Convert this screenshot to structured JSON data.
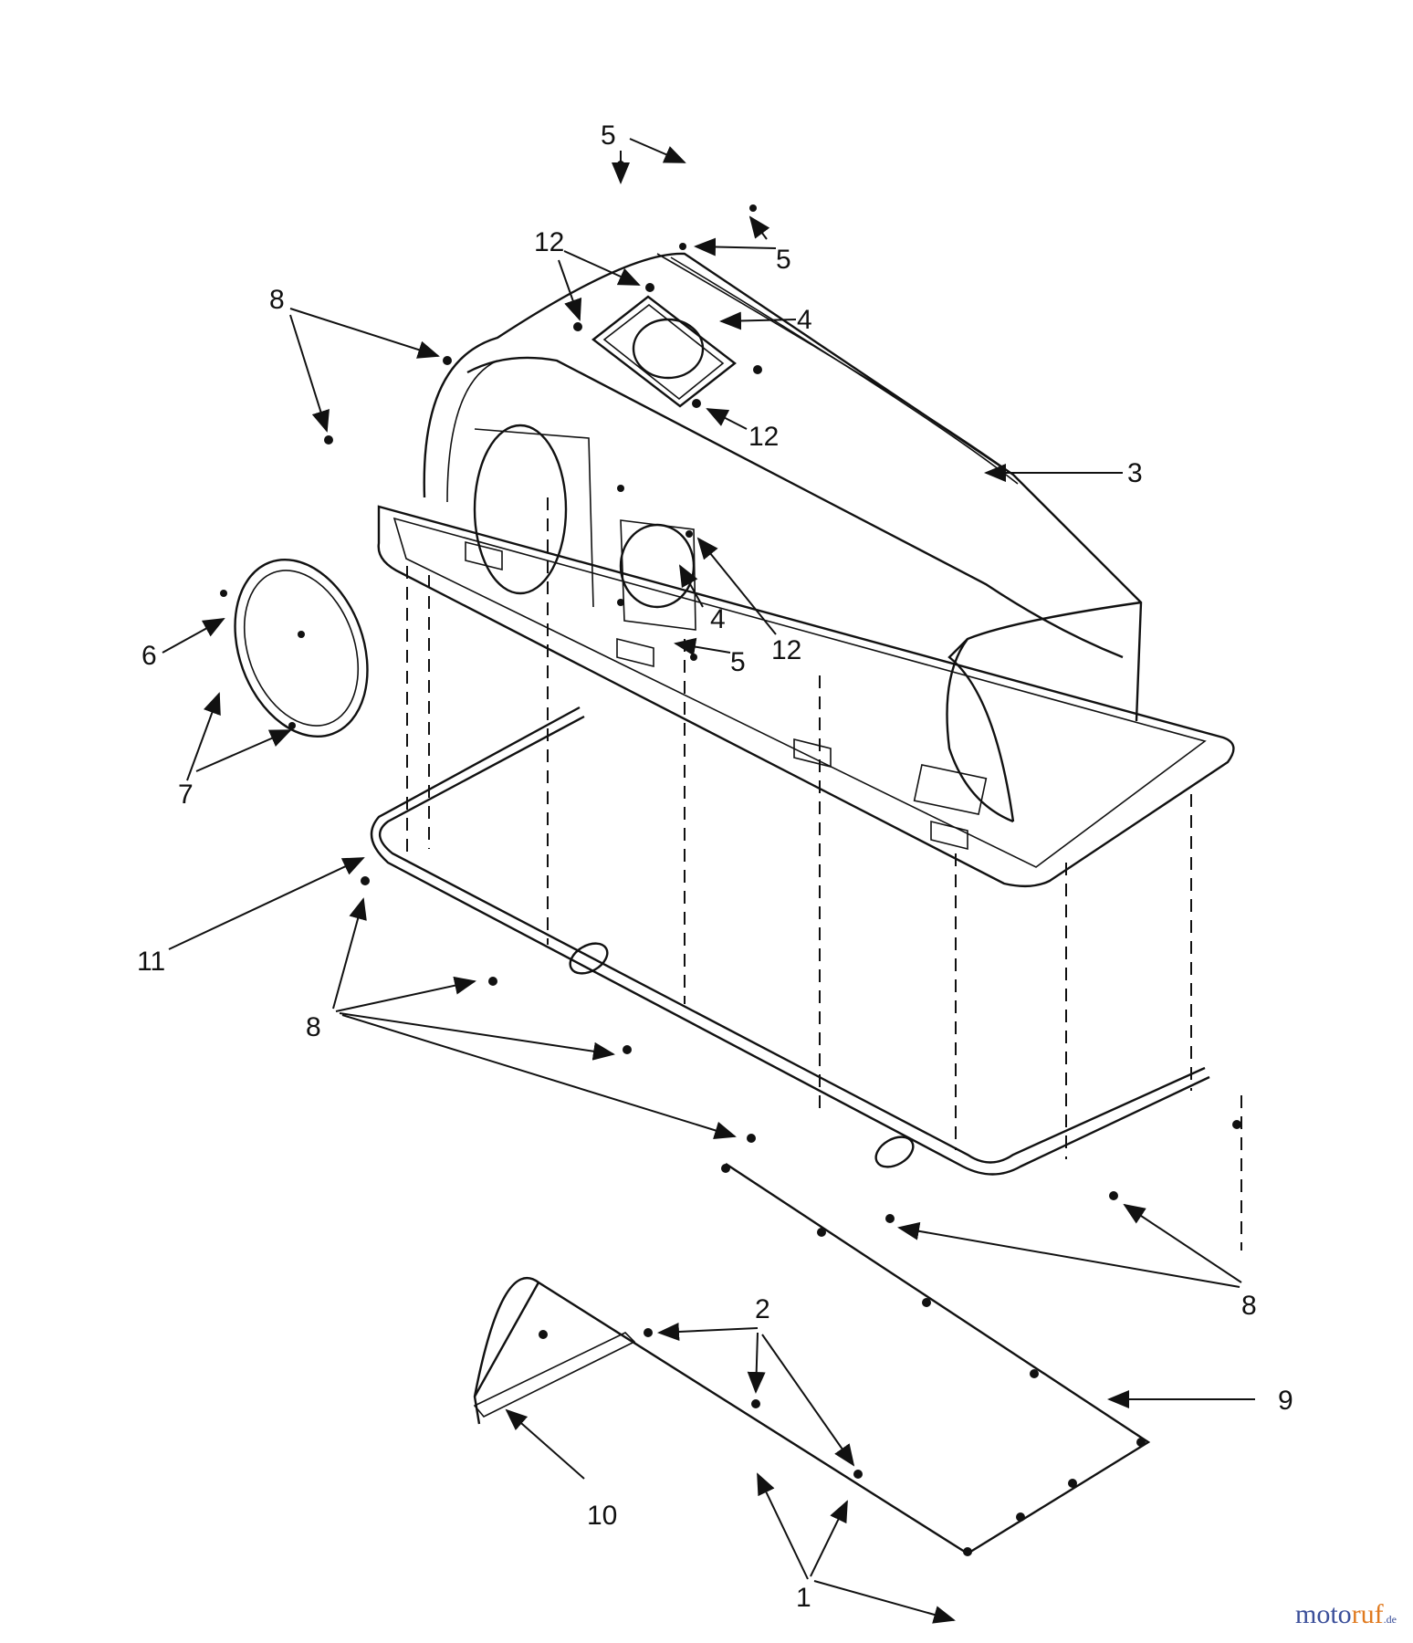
{
  "callouts": [
    {
      "id": "c5a",
      "text": "5"
    },
    {
      "id": "c5b",
      "text": "5"
    },
    {
      "id": "c12a",
      "text": "12"
    },
    {
      "id": "c4a",
      "text": "4"
    },
    {
      "id": "c8a",
      "text": "8"
    },
    {
      "id": "c12b",
      "text": "12"
    },
    {
      "id": "c3",
      "text": "3"
    },
    {
      "id": "c4b",
      "text": "4"
    },
    {
      "id": "c12c",
      "text": "12"
    },
    {
      "id": "c5c",
      "text": "5"
    },
    {
      "id": "c6",
      "text": "6"
    },
    {
      "id": "c7",
      "text": "7"
    },
    {
      "id": "c11",
      "text": "11"
    },
    {
      "id": "c8b",
      "text": "8"
    },
    {
      "id": "c8c",
      "text": "8"
    },
    {
      "id": "c2",
      "text": "2"
    },
    {
      "id": "c9",
      "text": "9"
    },
    {
      "id": "c10",
      "text": "10"
    },
    {
      "id": "c1",
      "text": "1"
    }
  ],
  "watermark": {
    "part1": "moto",
    "part2": "ruf",
    "part3": ".de"
  }
}
